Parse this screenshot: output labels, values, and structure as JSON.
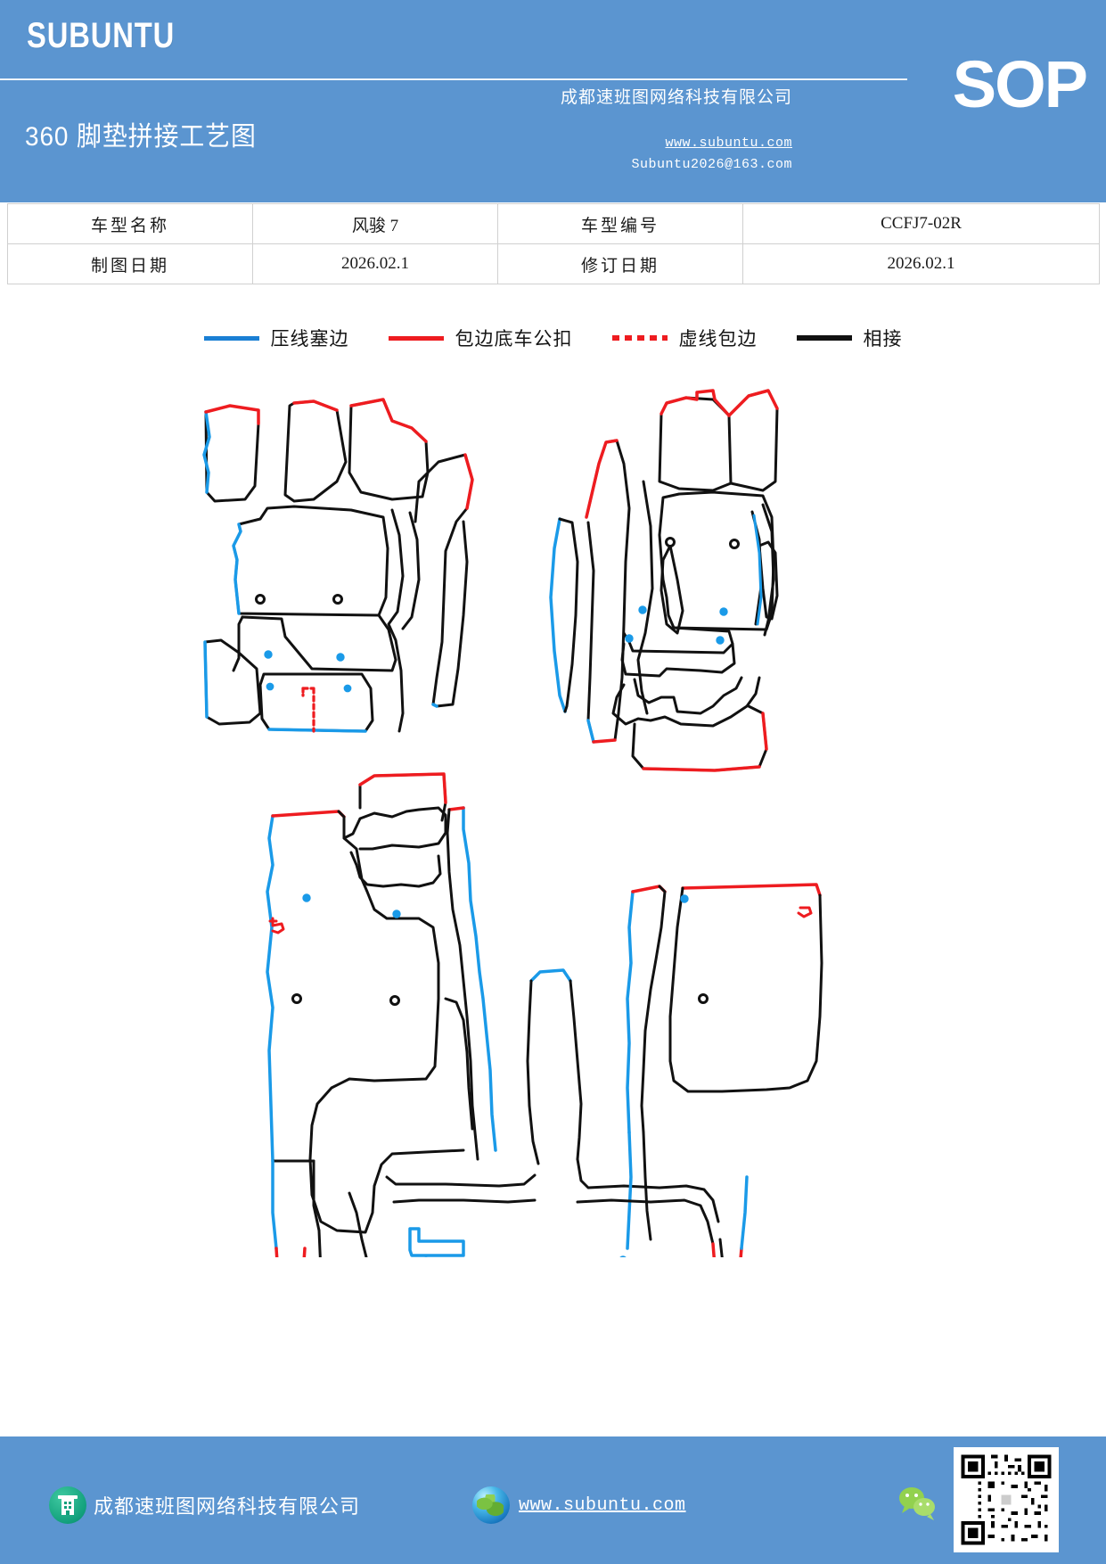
{
  "header": {
    "brand": "SUBUNTU",
    "doc_title": "360 脚垫拼接工艺图",
    "company_name": "成都速班图网络科技有限公司",
    "website": "www.subuntu.com",
    "email": "Subuntu2026@163.com",
    "sop_badge": "SOP",
    "background_color": "#5b95d0"
  },
  "info_table": {
    "rows": [
      {
        "label1": "车型名称",
        "value1": "风骏 7",
        "label2": "车型编号",
        "value2": "CCFJ7-02R"
      },
      {
        "label1": "制图日期",
        "value1": "2026.02.1",
        "label2": "修订日期",
        "value2": "2026.02.1"
      }
    ]
  },
  "legend": {
    "items": [
      {
        "label": "压线塞边",
        "style": "solid",
        "color": "#1a7fd4",
        "swatch": "solid-blue"
      },
      {
        "label": "包边底车公扣",
        "style": "solid",
        "color": "#ee1c20",
        "swatch": "solid-red"
      },
      {
        "label": "虚线包边",
        "style": "dotted",
        "color": "#ee1c20",
        "swatch": "dotted-red"
      },
      {
        "label": "相接",
        "style": "solid",
        "color": "#111111",
        "swatch": "solid-black"
      }
    ]
  },
  "drawing": {
    "description": "360 脚垫拼接工艺图 - 车用脚垫裁片拼接线路图",
    "colors": {
      "outline": "#111111",
      "press_edge": "#1a7fd4",
      "bind_edge": "#ee1c20",
      "grommet_black": "#111111",
      "grommet_blue": "#1a9ae8"
    },
    "groups": [
      {
        "name": "front-left-assembly",
        "position": "top-left"
      },
      {
        "name": "front-right-assembly",
        "position": "top-right"
      },
      {
        "name": "rear-floor-assembly",
        "position": "bottom-center"
      }
    ]
  },
  "footer": {
    "company": "成都速班图网络科技有限公司",
    "website": "www.subuntu.com",
    "background_color": "#5b95d0"
  }
}
